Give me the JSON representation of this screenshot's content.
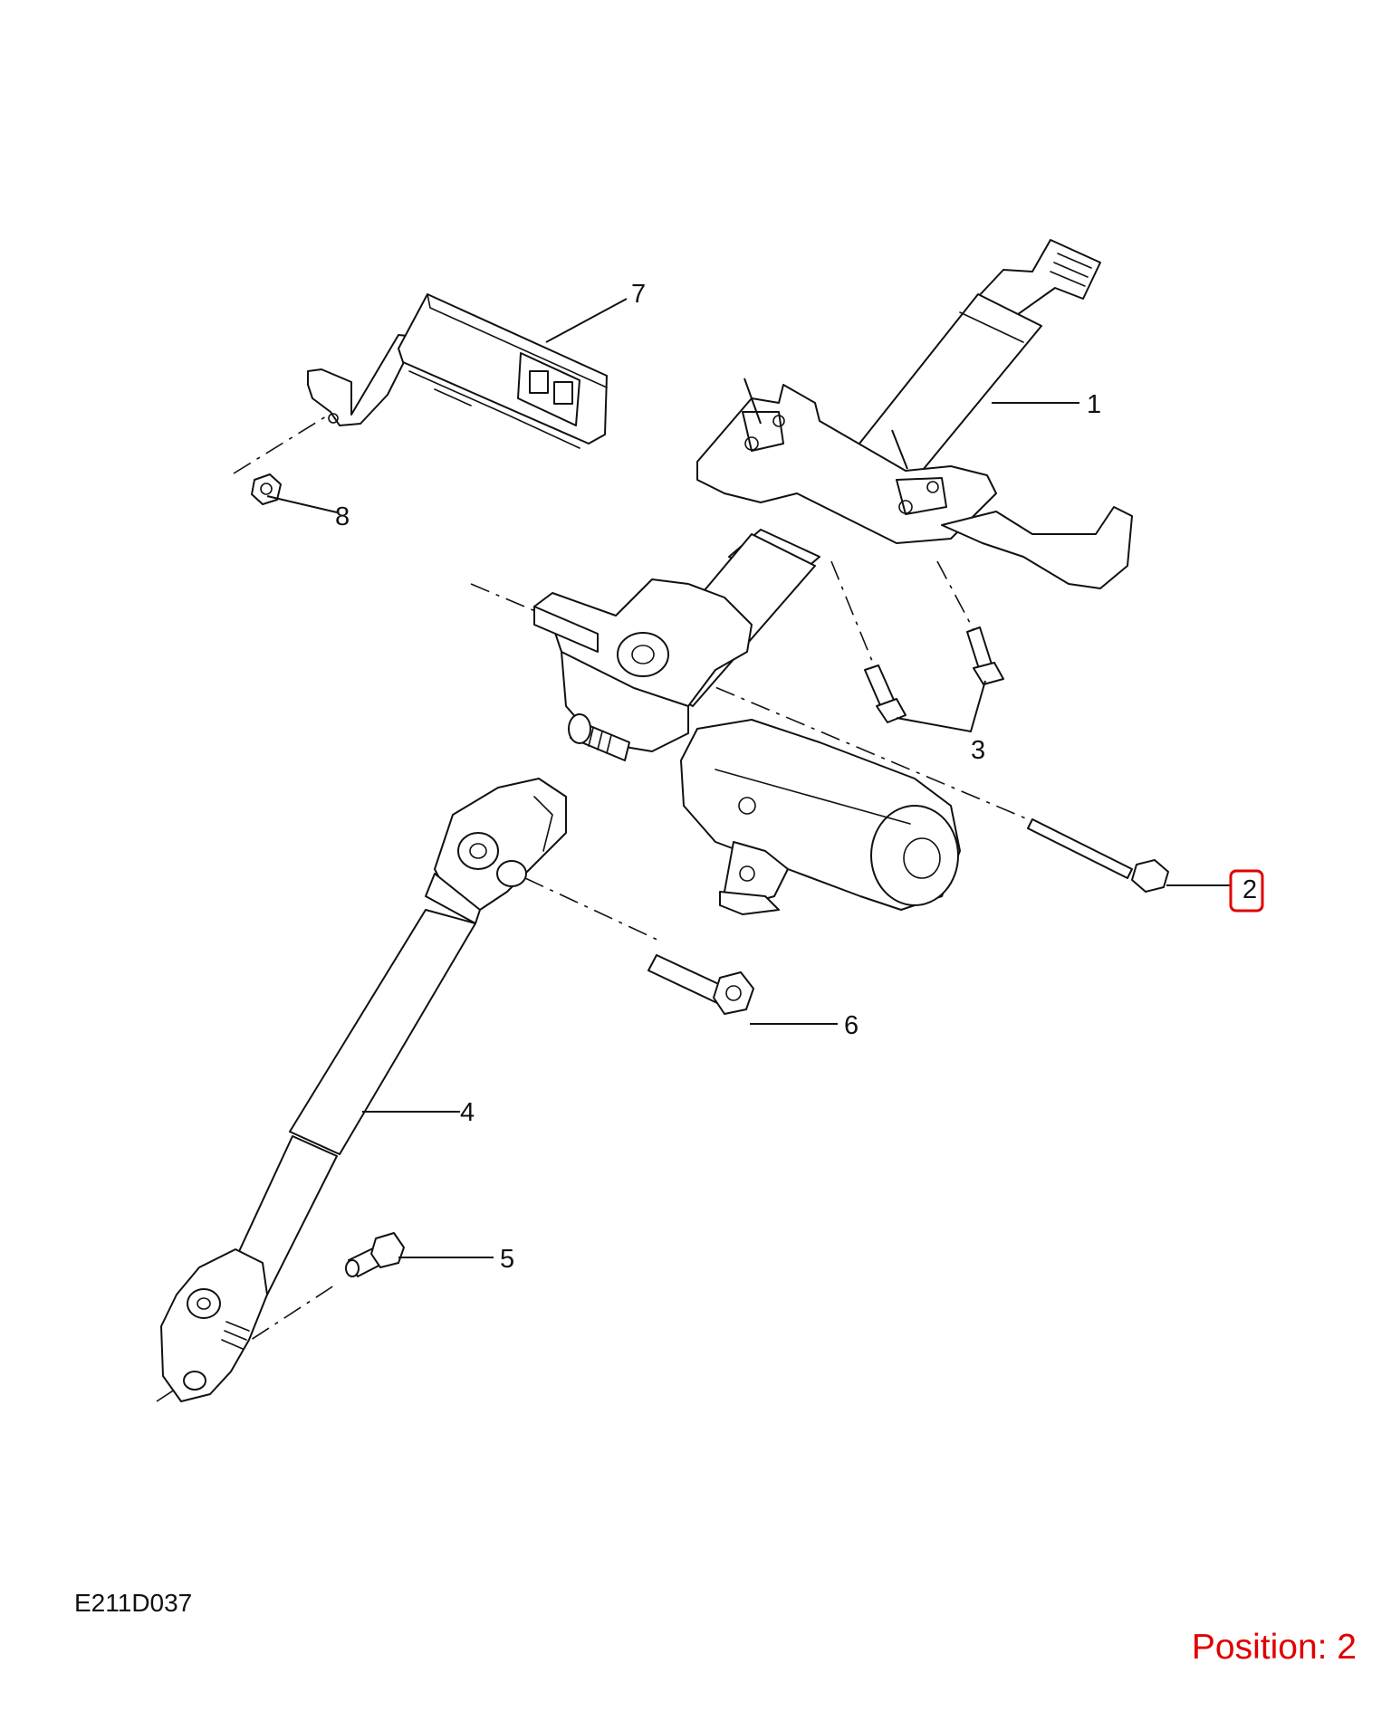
{
  "diagram": {
    "diagram_code": "E211D037",
    "callouts": [
      {
        "id": "1",
        "label": "1"
      },
      {
        "id": "2",
        "label": "2"
      },
      {
        "id": "3",
        "label": "3"
      },
      {
        "id": "4",
        "label": "4"
      },
      {
        "id": "5",
        "label": "5"
      },
      {
        "id": "6",
        "label": "6"
      },
      {
        "id": "7",
        "label": "7"
      },
      {
        "id": "8",
        "label": "8"
      }
    ],
    "selected_callout": "2",
    "position": {
      "label": "Position: 2"
    }
  },
  "colors": {
    "line": "#111111",
    "highlight": "#e00000",
    "background": "#ffffff"
  }
}
